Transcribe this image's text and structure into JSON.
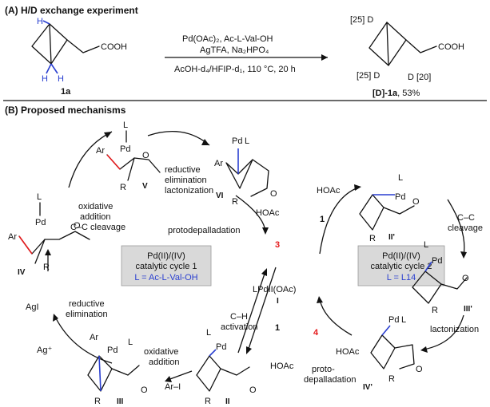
{
  "section_a": {
    "title": "(A) H/D exchange experiment",
    "substrate": {
      "atom_h": "H",
      "acid": "COOH",
      "label": "1a"
    },
    "conditions": {
      "line1": "Pd(OAc)₂, Ac-L-Val-OH",
      "line2": "AgTFA, Na₂HPO₄",
      "line3": "AcOH-d₄/HFIP-d₁, 110 °C, 20 h"
    },
    "product": {
      "d1": "[25] D",
      "d2": "[25] D",
      "d3": "D [20]",
      "acid": "COOH",
      "label": "[D]-1a",
      "yield": ", 53%"
    }
  },
  "section_b": {
    "title": "(B) Proposed mechanisms",
    "cycle1": {
      "box_line1": "Pd(II)/(IV)",
      "box_line2": "catalytic cycle 1",
      "box_ligand": "L = Ac-L-Val-OH"
    },
    "cycle2": {
      "box_line1": "Pd(II)/(IV)",
      "box_line2": "catalytic cycle 2",
      "box_ligand": "L = L14"
    },
    "center": {
      "species": "LPdII(OAc)",
      "label": "I"
    },
    "steps": {
      "reductive_elimination_lactonization": [
        "reductive",
        "elimination",
        "lactonization"
      ],
      "oxidative_addition_cleavage": [
        "oxidative",
        "addition",
        "C–C cleavage"
      ],
      "reductive_elimination": [
        "reductive",
        "elimination"
      ],
      "oxidative_addition": [
        "oxidative",
        "addition"
      ],
      "ch_activation": [
        "C–H",
        "activation"
      ],
      "protodepalladation": "protodepalladation",
      "cc_cleavage": [
        "C–C",
        "cleavage"
      ],
      "lactonization": "lactonization",
      "protodepalladation2": [
        "proto-",
        "depalladation"
      ]
    },
    "reagents": {
      "hoac": "HOAc",
      "agi": "AgI",
      "ag_plus": "Ag⁺",
      "ari": "Ar–I",
      "one": "1",
      "three": "3",
      "four": "4"
    },
    "species_labels": {
      "II": "II",
      "III": "III",
      "IV": "IV",
      "V": "V",
      "VI": "VI",
      "IIp": "II'",
      "IIIp": "III'",
      "IVp": "IV'"
    },
    "atoms": {
      "ar": "Ar",
      "r": "R",
      "l": "L",
      "o": "O",
      "pd": "Pd"
    }
  }
}
